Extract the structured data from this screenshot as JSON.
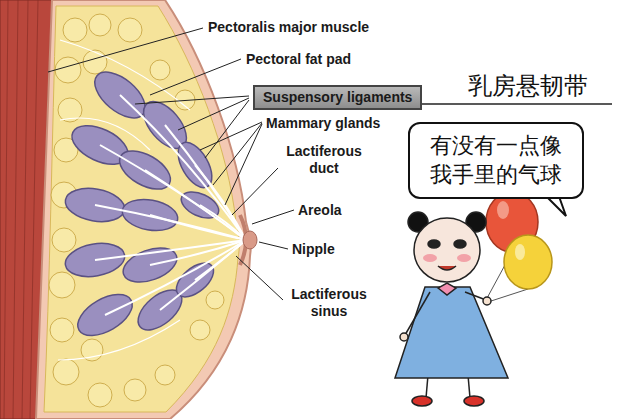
{
  "diagram": {
    "nodes": [
      {
        "text": [
          "Suspensory ligaments"
        ]
      },
      {
        "text": [
          "有没有一点像 我手里的气球"
        ]
      }
    ],
    "labels": [
      "Pectoralis major muscle",
      "Pectoral fat pad",
      "乳房悬韧带",
      "Mammary glands",
      "Lactiferous duct",
      "Areola",
      "Nipple",
      "Lactiferous sinus"
    ]
  }
}
